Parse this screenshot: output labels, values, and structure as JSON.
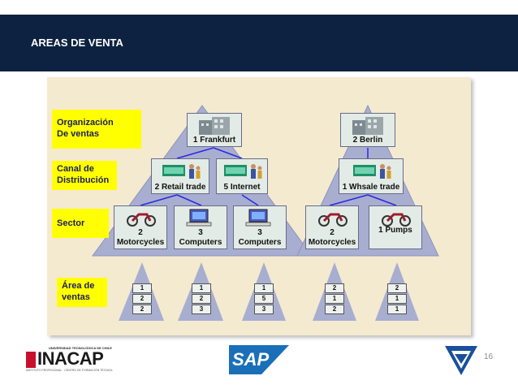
{
  "header": {
    "title": "AREAS DE VENTA"
  },
  "labels": {
    "org": [
      "Organización",
      "De ventas"
    ],
    "canal": [
      "Canal de",
      "Distribución"
    ],
    "sector": "Sector",
    "area": [
      "Área de",
      "ventas"
    ]
  },
  "orgs": [
    {
      "num": "1",
      "name": "Frankfurt"
    },
    {
      "num": "2",
      "name": "Berlin"
    }
  ],
  "channels": [
    {
      "num": "2",
      "name": "Retail trade"
    },
    {
      "num": "5",
      "name": "Internet"
    },
    {
      "num": "1",
      "name": "Whsale trade"
    }
  ],
  "sectors": [
    {
      "num": "2",
      "name": "Motorcycles"
    },
    {
      "num": "3",
      "name": "Computers"
    },
    {
      "num": "3",
      "name": "Computers"
    },
    {
      "num": "2",
      "name": "Motorcycles"
    },
    {
      "num": "1",
      "name": "Pumps"
    }
  ],
  "areas": [
    [
      "1",
      "2",
      "2"
    ],
    [
      "1",
      "2",
      "3"
    ],
    [
      "1",
      "5",
      "3"
    ],
    [
      "2",
      "1",
      "2"
    ],
    [
      "2",
      "1",
      "1"
    ]
  ],
  "footer": {
    "page_number": "16",
    "inacap_top": "UNIVERSIDAD TECNOLÓGICA DE CHILE",
    "inacap_name": "INACAP",
    "inacap_bottom": "INSTITUTO PROFESIONAL · CENTRO DE FORMACIÓN TÉCNICA",
    "sap": "SAP"
  },
  "colors": {
    "header": "#0d2240",
    "panel": "#f4ead0",
    "triangle": "#a8aed0",
    "label": "#ffff00",
    "line": "#2a2ae0"
  }
}
